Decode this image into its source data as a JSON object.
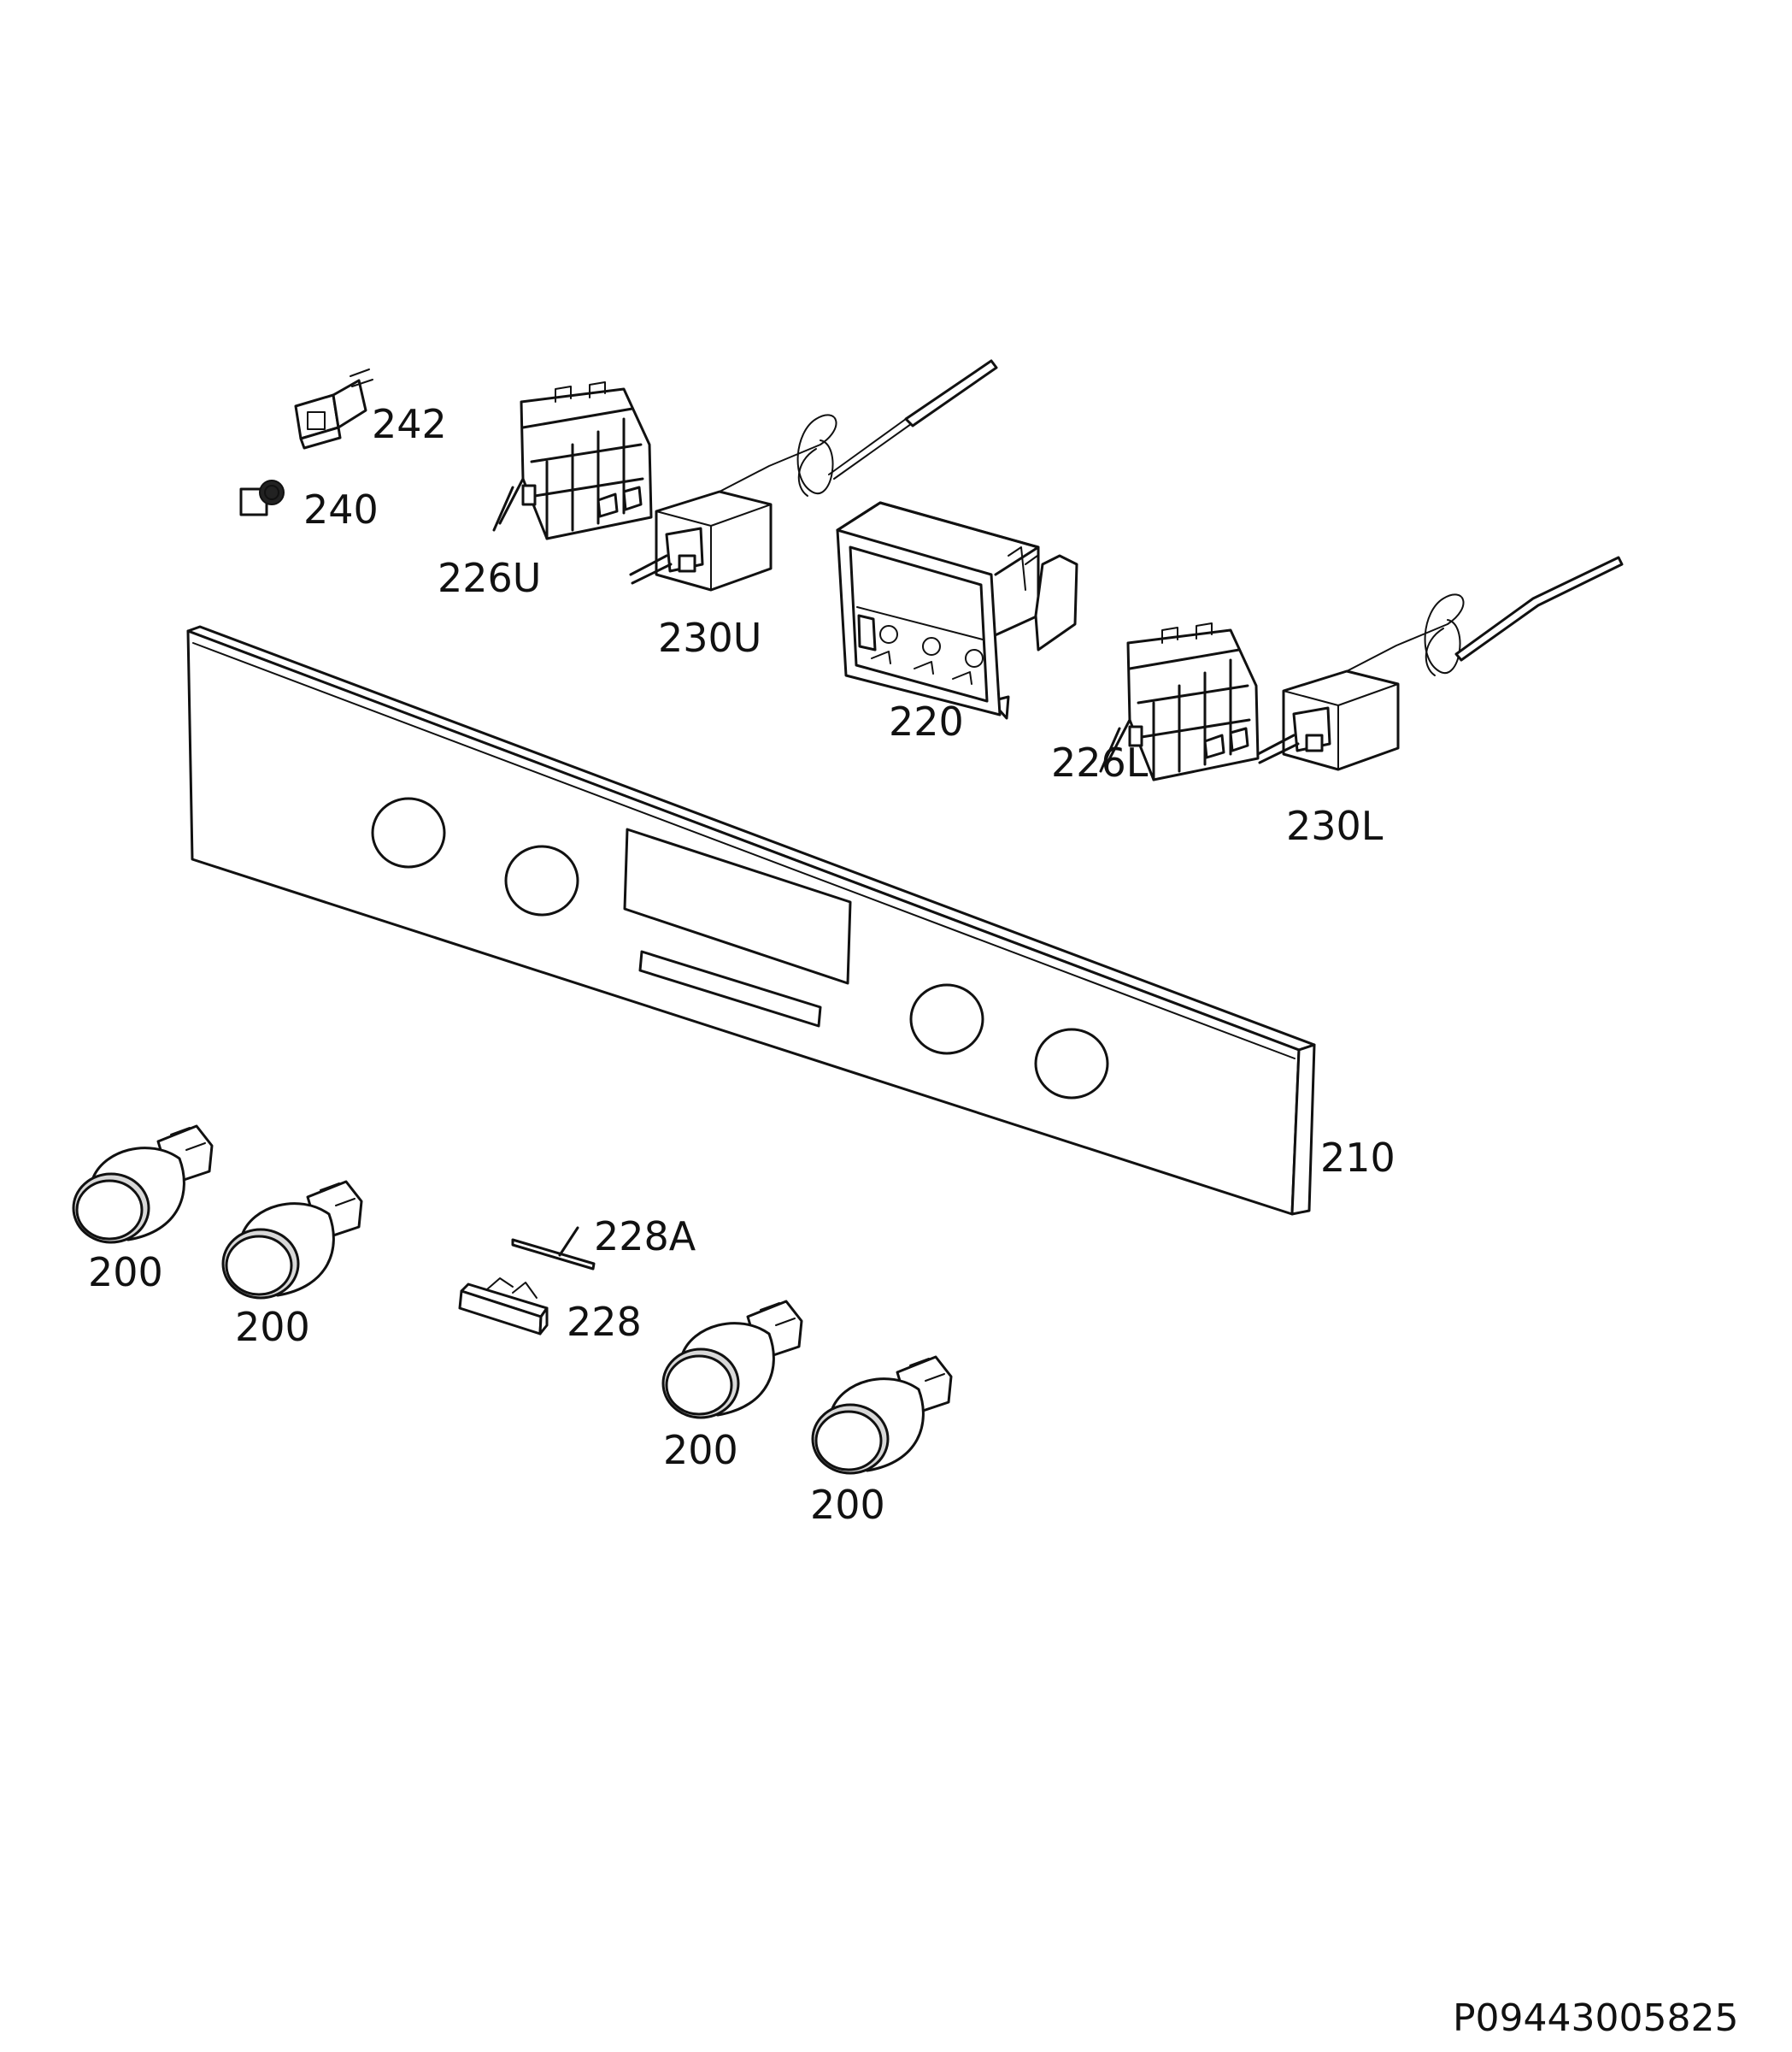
{
  "labels": {
    "p242": "242",
    "p240": "240",
    "p226U": "226U",
    "p230U": "230U",
    "p220": "220",
    "p226L": "226L",
    "p230L": "230L",
    "p210": "210",
    "p228A": "228A",
    "p228": "228",
    "p200": "200"
  },
  "drawing_code": "P09443005825"
}
